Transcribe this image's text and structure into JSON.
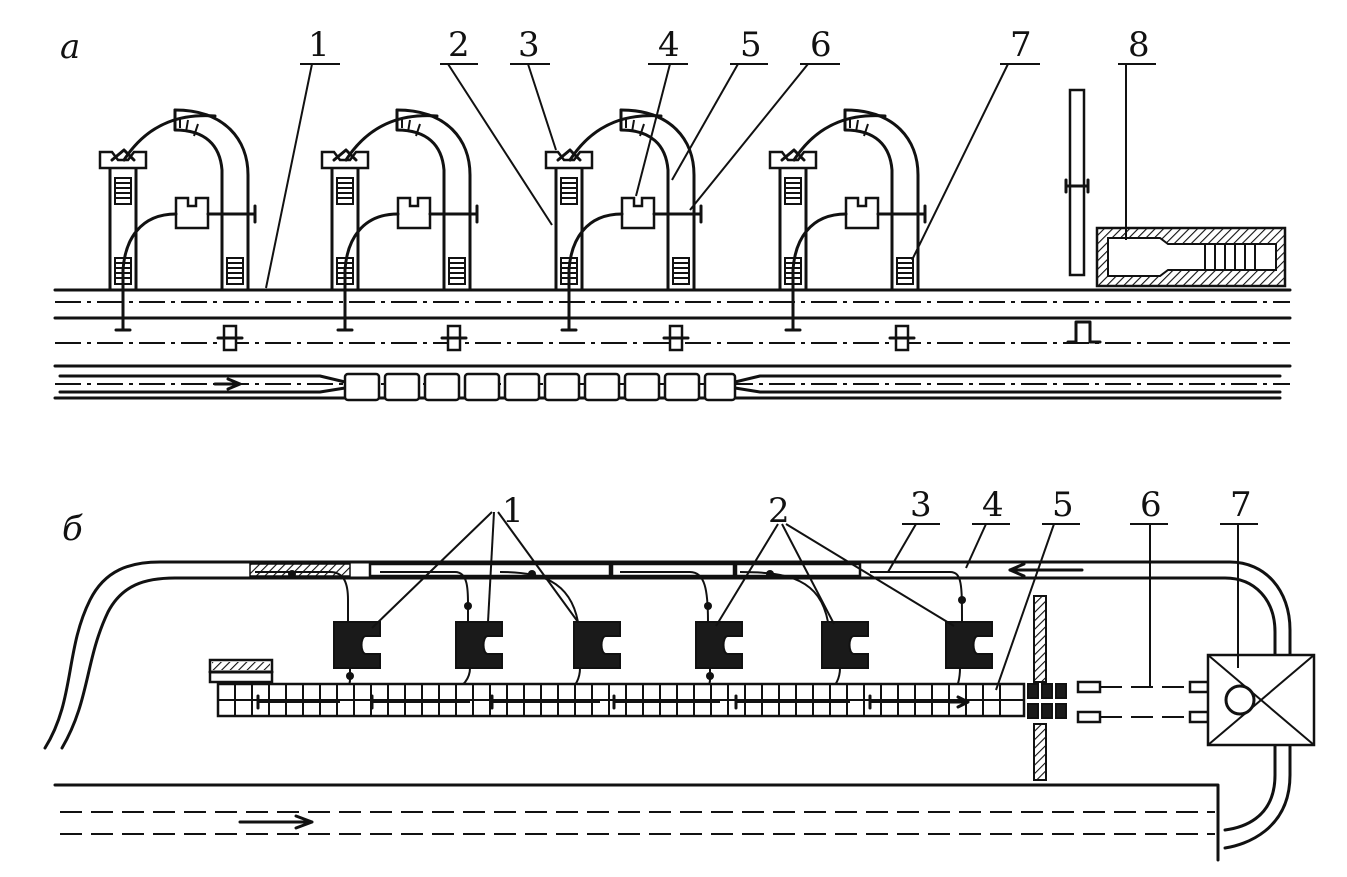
{
  "figure": {
    "panel_a": {
      "letter": "а",
      "callouts": [
        "1",
        "2",
        "3",
        "4",
        "5",
        "6",
        "7",
        "8"
      ]
    },
    "panel_b": {
      "letter": "б",
      "callouts": [
        "1",
        "2",
        "3",
        "4",
        "5",
        "6",
        "7"
      ]
    }
  }
}
